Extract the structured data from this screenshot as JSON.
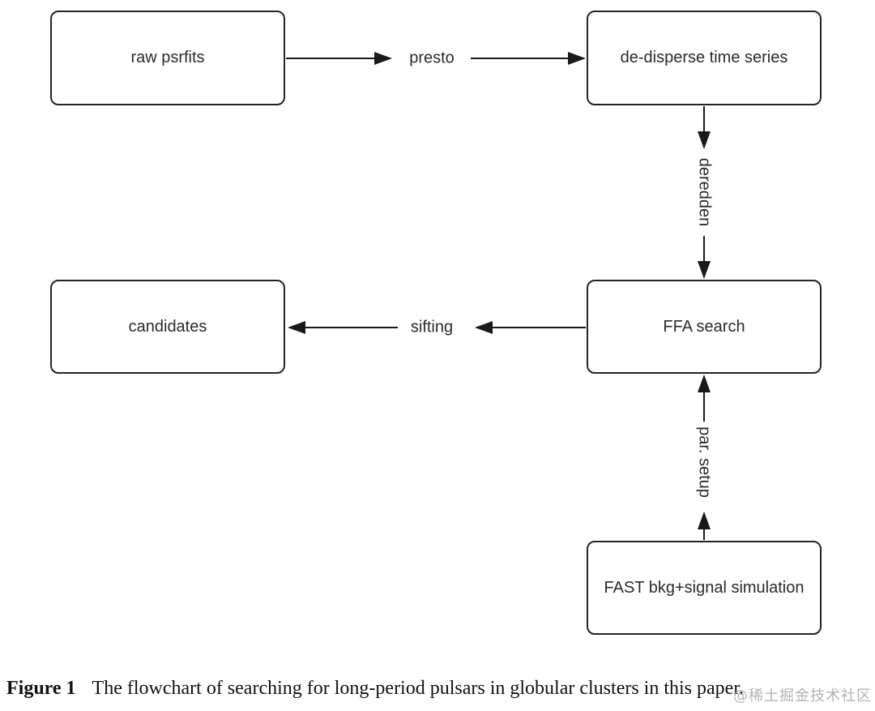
{
  "figure": {
    "nodes": [
      {
        "id": "raw-psrfits",
        "label": "raw psrfits"
      },
      {
        "id": "dedisperse",
        "label": "de-disperse time series"
      },
      {
        "id": "candidates",
        "label": "candidates"
      },
      {
        "id": "ffa-search",
        "label": "FFA search"
      },
      {
        "id": "fast-sim",
        "label": "FAST bkg+signal simulation"
      }
    ],
    "edges": [
      {
        "from": "raw-psrfits",
        "to": "dedisperse",
        "label": "presto",
        "direction": "right"
      },
      {
        "from": "dedisperse",
        "to": "ffa-search",
        "label": "deredden",
        "direction": "down"
      },
      {
        "from": "ffa-search",
        "to": "candidates",
        "label": "sifting",
        "direction": "left"
      },
      {
        "from": "fast-sim",
        "to": "ffa-search",
        "label": "par. setup",
        "direction": "up"
      }
    ]
  },
  "caption": {
    "label": "Figure 1",
    "text": "The flowchart of searching for long-period pulsars in globular clusters in this paper."
  },
  "watermark": {
    "text": "@稀土掘金技术社区"
  },
  "colors": {
    "background": "#ffffff",
    "line": "#1a1a1a",
    "box_border": "#242424",
    "text": "#2b2b2b",
    "watermark": "#a6a6a6"
  }
}
